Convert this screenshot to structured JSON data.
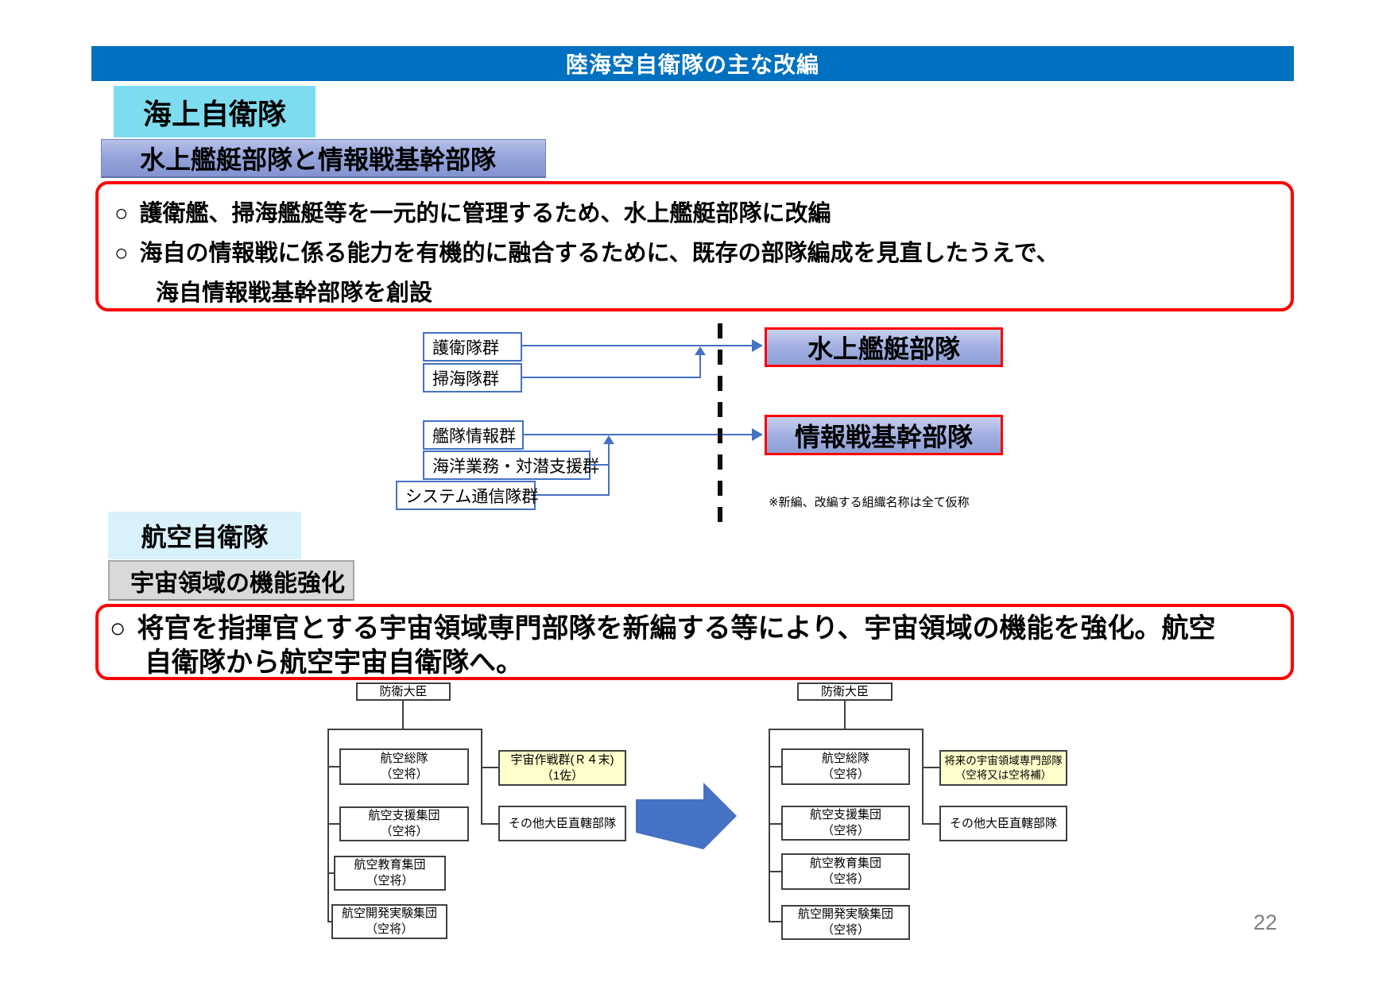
{
  "page": {
    "title": "陸海空自衛隊の主な改編",
    "number": "22"
  },
  "colors": {
    "banner_blue": "#0070C0",
    "diagram_blue": "#4472C4",
    "highlight_red": "#FF0000",
    "maritime_header_bg": "#7EDCEF",
    "air_header_bg": "#D9F1FA",
    "sub_bar_blue": "#8293D0",
    "sub_bar_gray": "#D9D9D9",
    "space_unit_yellow": "#FFFFCC"
  },
  "maritime": {
    "header": "海上自衛隊",
    "subheader": "水上艦艇部隊と情報戦基幹部隊",
    "bullet1_marker": "○",
    "bullet1": "護衛艦、掃海艦艇等を一元的に管理するため、水上艦艇部隊に改編",
    "bullet2_marker": "○",
    "bullet2_line1": "海自の情報戦に係る能力を有機的に融合するために、既存の部隊編成を見直したうえで、",
    "bullet2_line2": "海自情報戦基幹部隊を創設",
    "diagram": {
      "group1": [
        "護衛隊群",
        "掃海隊群"
      ],
      "group2": [
        "艦隊情報群",
        "海洋業務・対潜支援群",
        "システム通信隊群"
      ],
      "targets": [
        "水上艦艇部隊",
        "情報戦基幹部隊"
      ],
      "note": "※新編、改編する組織名称は全て仮称"
    }
  },
  "air": {
    "header": "航空自衛隊",
    "subheader": "宇宙領域の機能強化",
    "bullet_marker": "○",
    "bullet_line1": "将官を指揮官とする宇宙領域専門部隊を新編する等により、宇宙領域の機能を強化。航空",
    "bullet_line2": "自衛隊から航空宇宙自衛隊へ。",
    "org_before": {
      "top": "防衛大臣",
      "units": [
        {
          "line1": "航空総隊",
          "line2": "（空将）"
        },
        {
          "line1": "航空支援集団",
          "line2": "（空将）"
        },
        {
          "line1": "航空教育集団",
          "line2": "（空将）"
        },
        {
          "line1": "航空開発実験集団",
          "line2": "（空将）"
        }
      ],
      "space_unit": {
        "line1": "宇宙作戦群(Ｒ４末)",
        "line2": "（1佐）"
      },
      "direct_unit": "その他大臣直轄部隊"
    },
    "org_after": {
      "top": "防衛大臣",
      "units": [
        {
          "line1": "航空総隊",
          "line2": "（空将）"
        },
        {
          "line1": "航空支援集団",
          "line2": "（空将）"
        },
        {
          "line1": "航空教育集団",
          "line2": "（空将）"
        },
        {
          "line1": "航空開発実験集団",
          "line2": "（空将）"
        }
      ],
      "space_unit": {
        "line1": "将来の宇宙領域専門部隊",
        "line2": "（空将又は空将補）"
      },
      "direct_unit": "その他大臣直轄部隊"
    }
  }
}
